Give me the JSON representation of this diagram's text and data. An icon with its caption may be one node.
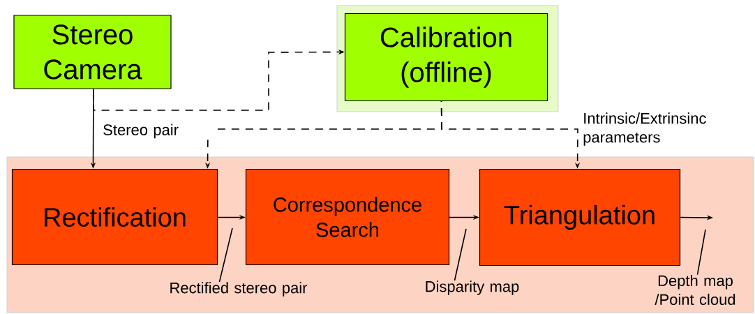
{
  "diagram": {
    "nodes": [
      {
        "text": [
          "Stereo Camera"
        ]
      },
      {
        "text": [],
        "shape": "box"
      },
      {
        "text": [
          "Calibration (offline)"
        ],
        "in": 1
      },
      {
        "text": [],
        "shape": "box"
      },
      {
        "text": [
          "Rectification"
        ],
        "in": 3
      },
      {
        "text": [
          "Correspondence Search"
        ],
        "in": 3
      },
      {
        "text": [
          "Triangulation"
        ],
        "in": 3
      },
      {
        "text": [
          "Rectified stereo pair"
        ],
        "in": 3
      },
      {
        "text": [
          "Disparity map"
        ],
        "in": 3
      },
      {
        "text": [
          "Depth map /Point cloud"
        ],
        "in": 3
      }
    ],
    "edges": [
      {
        "from": 0,
        "to": 4,
        "arrow": "to",
        "label": "Stereo pair"
      },
      {
        "from": 0,
        "to": 2,
        "arrow": "to",
        "style": "dashed"
      },
      {
        "from": 2,
        "to": 4,
        "arrow": "to",
        "style": "dashed"
      },
      {
        "from": 2,
        "to": 6,
        "arrow": "to",
        "style": "dashed",
        "label": "Intrinsic/Extrinsinc parameters"
      },
      {
        "from": 4,
        "to": 5,
        "arrow": "to"
      },
      {
        "from": 5,
        "to": 6,
        "arrow": "to"
      },
      {
        "from": 6,
        "to": null,
        "arrow": "to"
      },
      {
        "from": 7,
        "to": null,
        "arrow": "none"
      },
      {
        "from": 8,
        "to": null,
        "arrow": "none"
      },
      {
        "from": 9,
        "to": null,
        "arrow": "none"
      }
    ]
  }
}
